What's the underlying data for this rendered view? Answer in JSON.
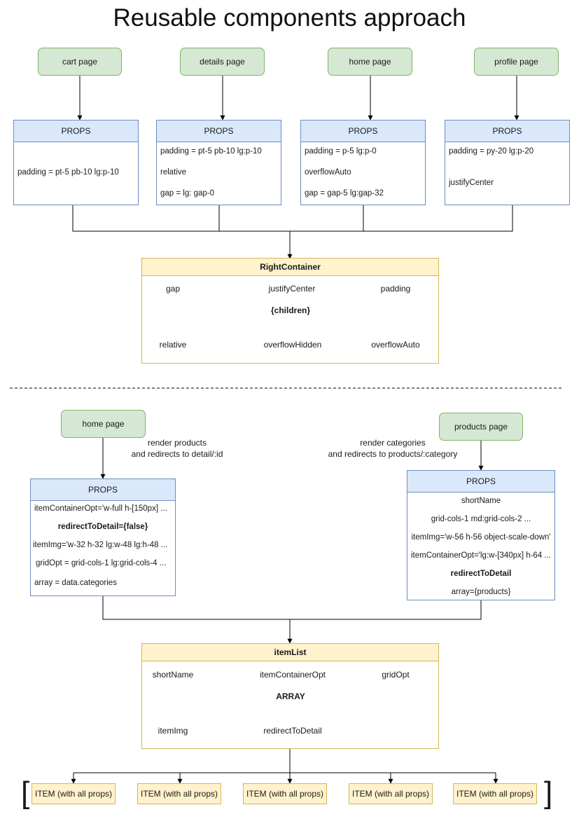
{
  "title": "Reusable components approach",
  "top_section": {
    "pages": [
      {
        "label": "cart page",
        "props_title": "PROPS",
        "props": [
          "padding = pt-5 pb-10 lg:p-10"
        ]
      },
      {
        "label": "details page",
        "props_title": "PROPS",
        "props": [
          "padding = pt-5 pb-10 lg:p-10",
          "relative",
          "gap = lg: gap-0"
        ]
      },
      {
        "label": "home page",
        "props_title": "PROPS",
        "props": [
          "padding = p-5 lg:p-0",
          "overflowAuto",
          "gap = gap-5 lg:gap-32"
        ]
      },
      {
        "label": "profile page",
        "props_title": "PROPS",
        "props": [
          "padding = py-20 lg:p-20",
          "justifyCenter"
        ]
      }
    ],
    "component": {
      "title": "RightContainer",
      "props": [
        "gap",
        "justifyCenter",
        "padding",
        "{children}",
        "relative",
        "overflowHidden",
        "overflowAuto"
      ]
    }
  },
  "bottom_section": {
    "home": {
      "label": "home page",
      "note": [
        "render products",
        "and redirects to detail/:id"
      ],
      "props_title": "PROPS",
      "props": [
        "itemContainerOpt='w-full h-[150px] ...",
        "redirectToDetail={false}",
        "itemImg='w-32 h-32 lg:w-48 lg:h-48 ...",
        "gridOpt = grid-cols-1 lg:grid-cols-4 ...",
        "array = data.categories"
      ]
    },
    "products": {
      "label": "products page",
      "note": [
        "render categories",
        "and redirects to products/:category"
      ],
      "props_title": "PROPS",
      "props": [
        "shortName",
        "grid-cols-1 md:grid-cols-2 ...",
        "itemImg='w-56 h-56 object-scale-down'",
        "itemContainerOpt='lg:w-[340px] h-64 ...",
        "redirectToDetail",
        "array={products}"
      ]
    },
    "component": {
      "title": "itemList",
      "props": [
        "shortName",
        "itemContainerOpt",
        "gridOpt",
        "ARRAY",
        "itemImg",
        "redirectToDetail"
      ]
    },
    "items": [
      "ITEM (with all props)",
      "ITEM (with all props)",
      "ITEM (with all props)",
      "ITEM (with all props)",
      "ITEM (with all props)"
    ],
    "brackets": [
      "[",
      "]"
    ]
  }
}
